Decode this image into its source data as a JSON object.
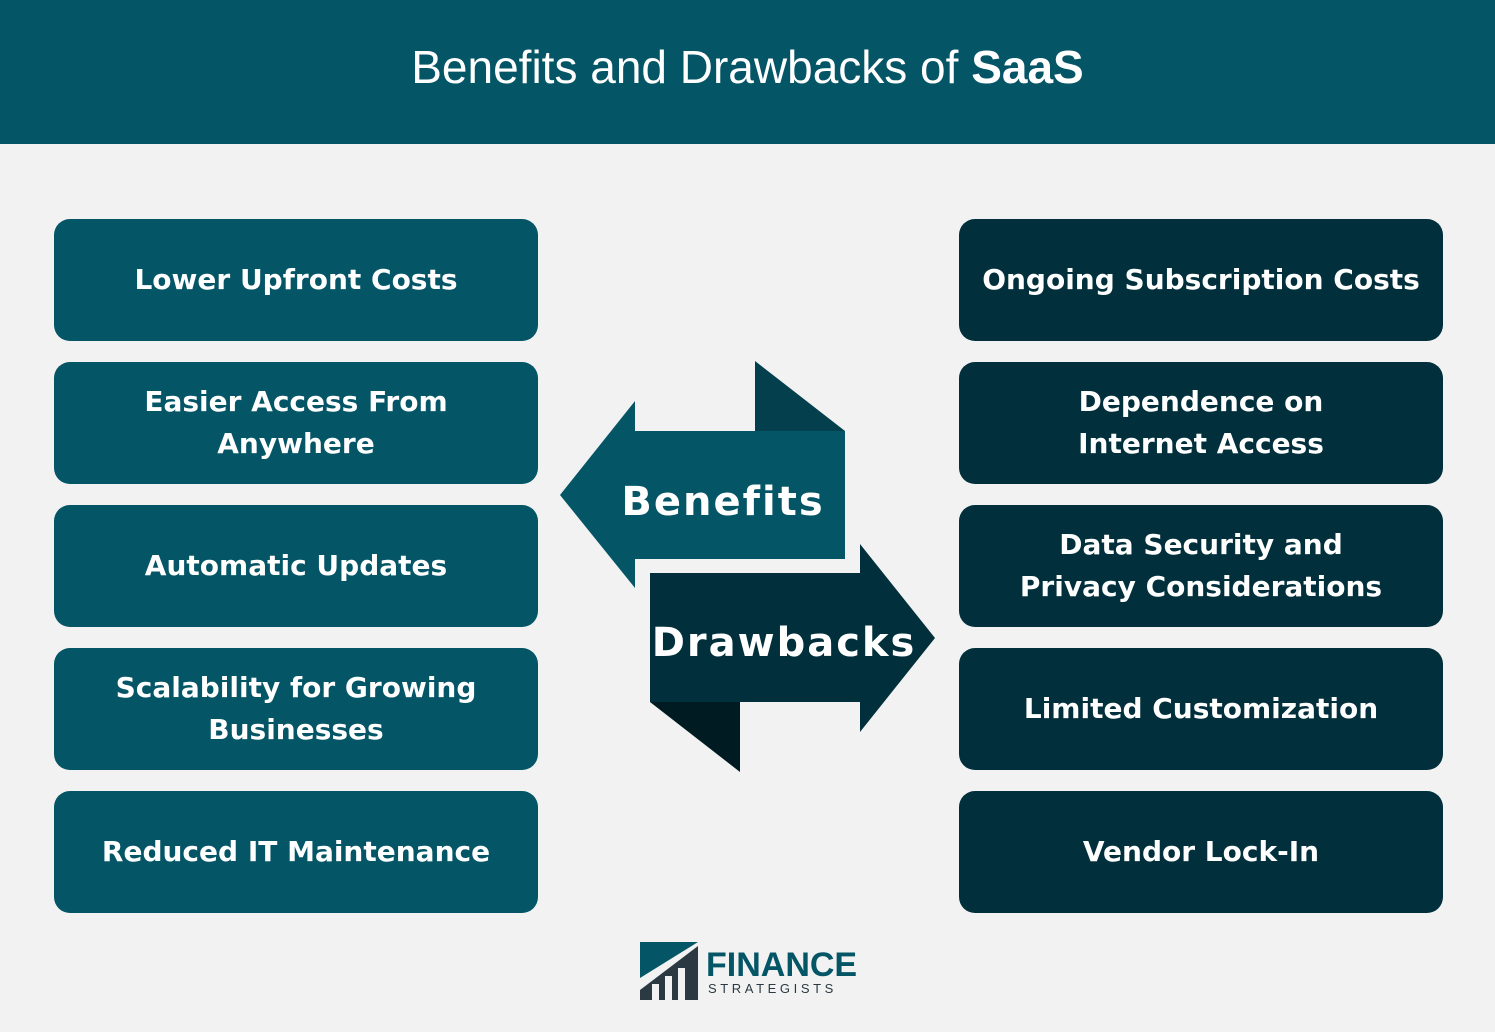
{
  "title": {
    "prefix": "Benefits and Drawbacks of ",
    "emphasis": "SaaS"
  },
  "benefits": [
    "Lower Upfront Costs",
    "Easier Access From Anywhere",
    "Automatic Updates",
    "Scalability for Growing Businesses",
    "Reduced IT Maintenance"
  ],
  "drawbacks": [
    "Ongoing Subscription Costs",
    "Dependence on Internet Access",
    "Data Security and Privacy Considerations",
    "Limited Customization",
    "Vendor Lock-In"
  ],
  "arrows": {
    "benefits_label": "Benefits",
    "drawbacks_label": "Drawbacks"
  },
  "logo": {
    "line1": "FINANCE",
    "line2": "STRATEGISTS"
  },
  "colors": {
    "header": "#045566",
    "benefit": "#045566",
    "drawback": "#01303c",
    "background": "#f2f2f2"
  }
}
